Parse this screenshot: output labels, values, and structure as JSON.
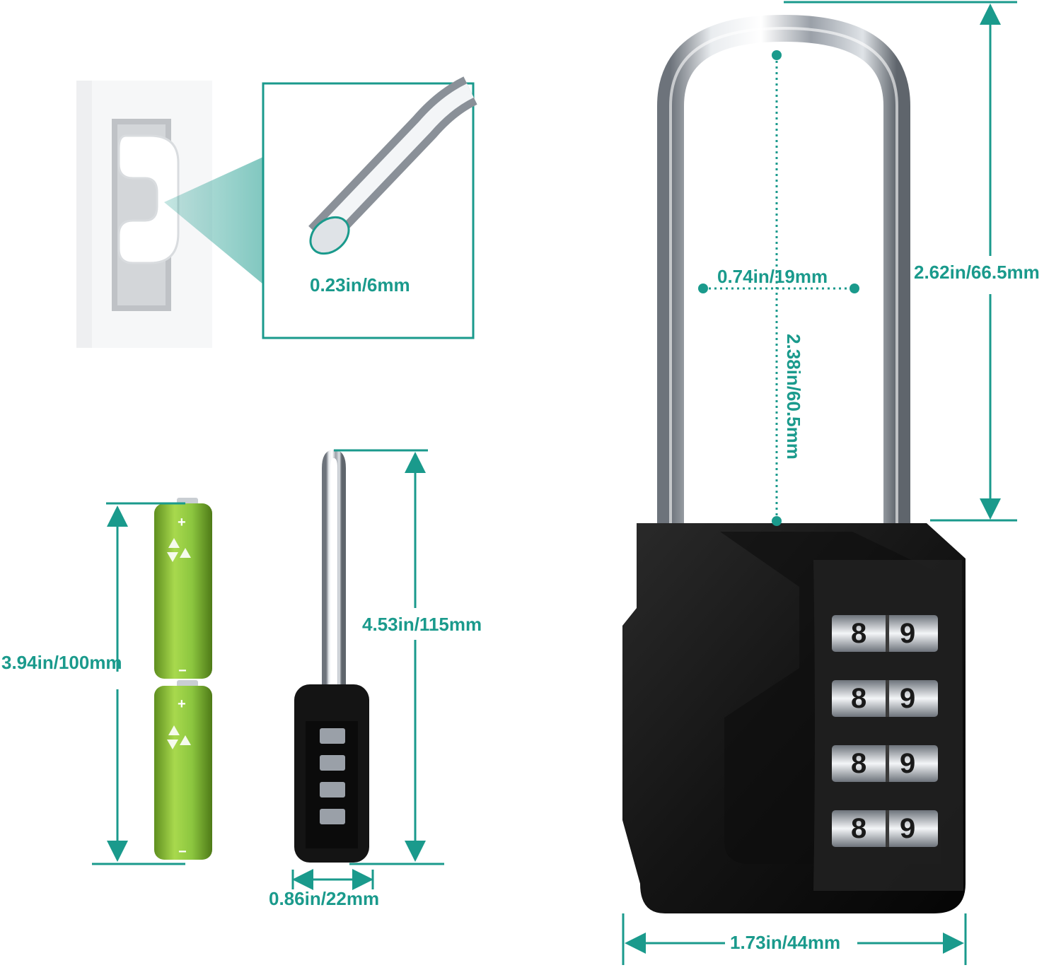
{
  "colors": {
    "accent": "#1a9a8c",
    "lock_body": "#151515",
    "battery": "#8cc63f",
    "shackle": "#c8ccd2"
  },
  "labels": {
    "shackle_diameter": "0.23in/6mm",
    "shackle_inner_width": "0.74in/19mm",
    "total_shackle_height": "2.62in/66.5mm",
    "inner_shackle_height": "2.38in/60.5mm",
    "battery_height": "3.94in/100mm",
    "small_lock_height": "4.53in/115mm",
    "small_lock_width": "0.86in/22mm",
    "lock_body_width": "1.73in/44mm"
  },
  "combination_dials": [
    {
      "left": "8",
      "right": "9"
    },
    {
      "left": "8",
      "right": "9"
    },
    {
      "left": "8",
      "right": "9"
    },
    {
      "left": "8",
      "right": "9"
    }
  ],
  "battery_marks": {
    "plus": "+",
    "minus": "−",
    "recycle_icon": "recycle-icon"
  }
}
